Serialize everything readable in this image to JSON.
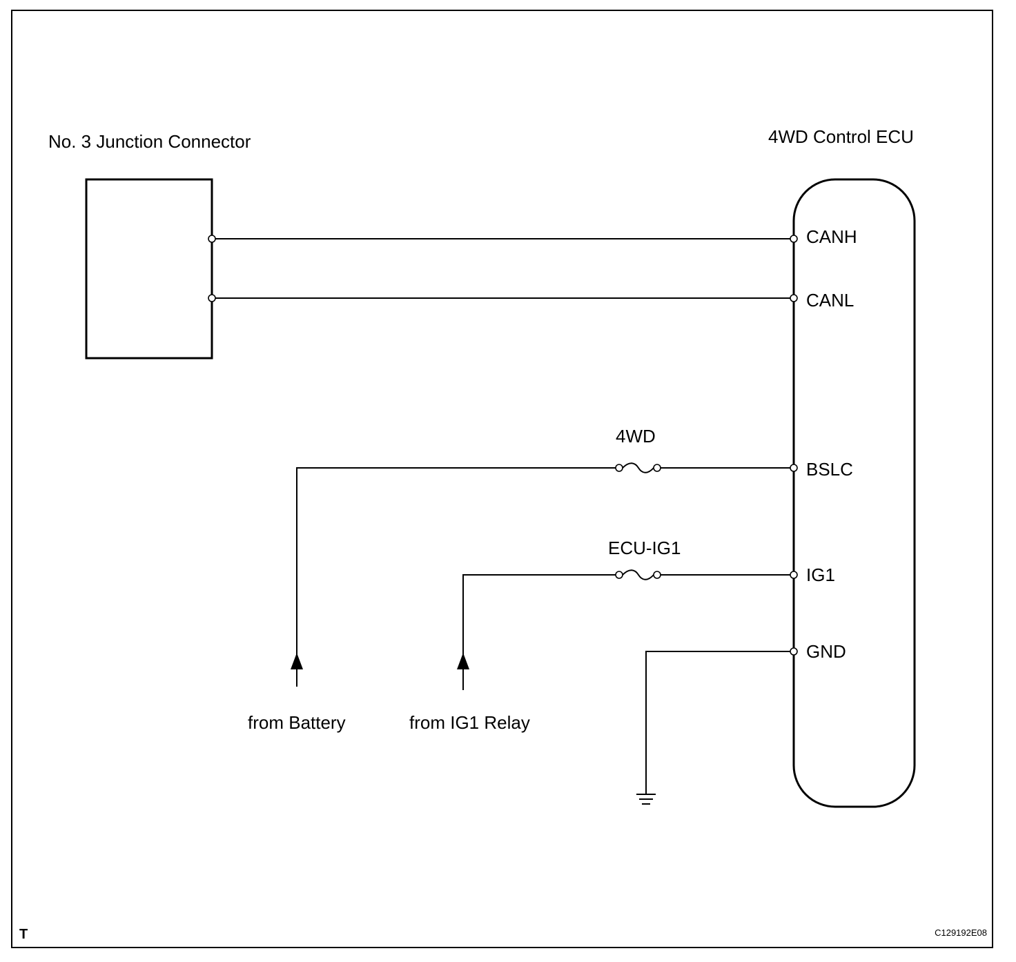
{
  "components": {
    "junction_connector": {
      "label": "No. 3 Junction Connector"
    },
    "ecu": {
      "label": "4WD Control ECU"
    }
  },
  "pins": {
    "canh": "CANH",
    "canl": "CANL",
    "bslc": "BSLC",
    "ig1": "IG1",
    "gnd": "GND"
  },
  "fuses": {
    "fuse_4wd": "4WD",
    "fuse_ecu_ig1": "ECU-IG1"
  },
  "sources": {
    "battery": "from Battery",
    "ig1_relay": "from IG1 Relay"
  },
  "footer": {
    "corner_mark": "T",
    "figure_code": "C129192E08"
  }
}
